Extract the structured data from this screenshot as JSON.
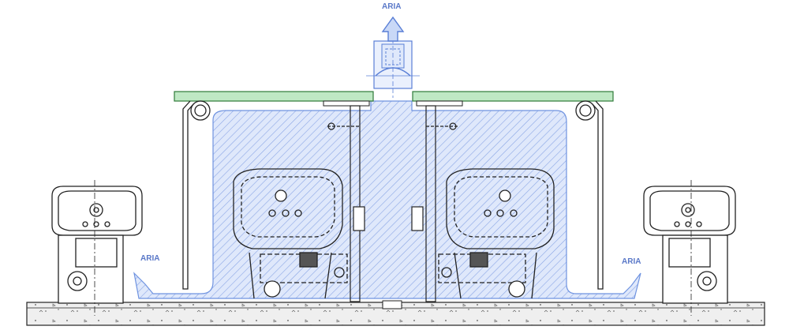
{
  "labels": {
    "top": "ARIA",
    "left": "ARIA",
    "right": "ARIA"
  },
  "colors": {
    "line": "#222222",
    "air_blue": "#5a7fd6",
    "hatch": "#6f93e0",
    "hood_green": "#bfe8c4",
    "hood_edge": "#2f7a3a",
    "floor": "#e6e6e6"
  }
}
